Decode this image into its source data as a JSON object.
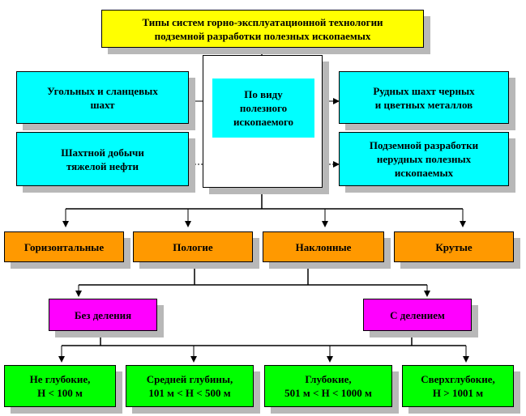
{
  "title": "Типы систем горно-эксплуатационной технологии\nподземной разработки полезных ископаемых",
  "center": "По виду\nполезного\nископаемого",
  "left_boxes": [
    "Угольных и сланцевых\nшахт",
    "Шахтной добычи\nтяжелой нефти"
  ],
  "right_boxes": [
    "Рудных шахт черных\nи цветных металлов",
    "Подземной разработки\nнерудных полезных\nископаемых"
  ],
  "orientation": [
    "Горизонтальные",
    "Пологие",
    "Наклонные",
    "Крутые"
  ],
  "division": [
    "Без деления",
    "С делением"
  ],
  "depth": [
    "Не глубокие,\nН < 100 м",
    "Средней глубины,\n101 м < Н < 500 м",
    "Глубокие,\n501 м < Н < 1000 м",
    "Сверхглубокие,\nН > 1001 м"
  ],
  "colors": {
    "title": "#ffff00",
    "type_boxes": "#00ffff",
    "orientation": "#ff9900",
    "division": "#ff00ff",
    "depth": "#00ff00"
  }
}
